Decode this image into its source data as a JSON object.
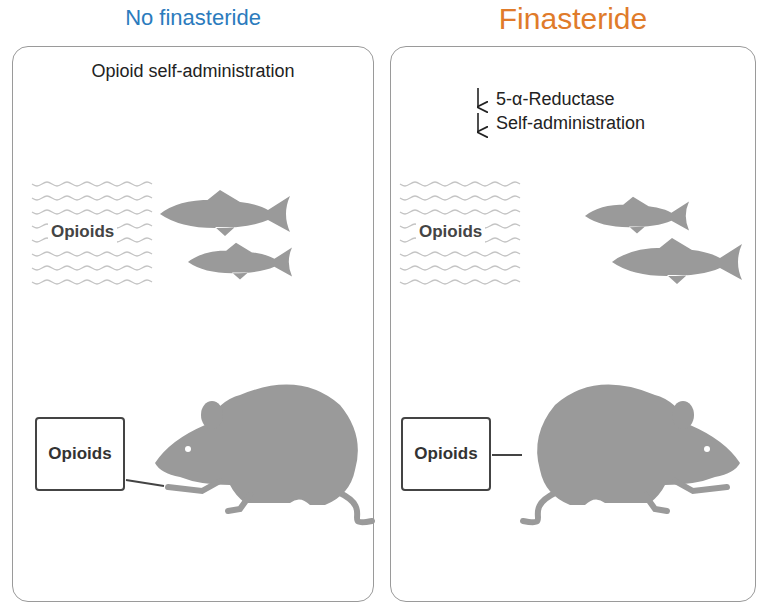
{
  "diagram": {
    "nodes": [
      {
        "text": [
          "No finasteride",
          "Opioid self-administration"
        ]
      },
      {
        "text": [
          "Opioids"
        ],
        "in": 0
      },
      {
        "text": [
          "Finasteride",
          "5-α-Reductase",
          "Self-administration"
        ]
      },
      {
        "text": [
          "Opioids"
        ],
        "in": 2
      }
    ],
    "labels": [
      "Opioids",
      "Opioids"
    ]
  }
}
